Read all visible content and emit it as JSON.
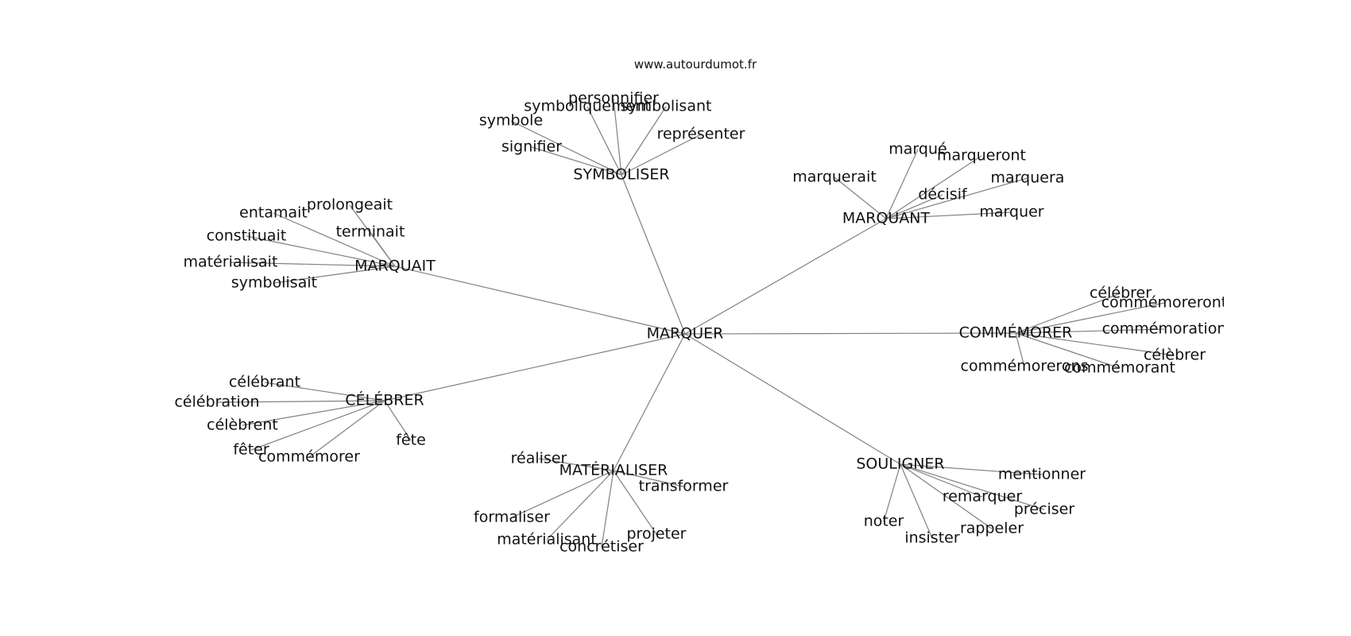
{
  "header": {
    "site": "www.autourdumot.fr"
  },
  "graph": {
    "center": "MARQUER",
    "edge_color": "#808080",
    "clusters": [
      {
        "hub": "SYMBOLISER",
        "leaves": [
          "personnifier",
          "symboliquement",
          "symbolisant",
          "symbole",
          "représenter",
          "signifier"
        ]
      },
      {
        "hub": "MARQUANT",
        "leaves": [
          "marqué",
          "marqueront",
          "marquerait",
          "décisif",
          "marquera",
          "marquer"
        ]
      },
      {
        "hub": "MARQUAIT",
        "leaves": [
          "prolongeait",
          "entamait",
          "terminait",
          "constituait",
          "matérialisait",
          "symbolisait"
        ]
      },
      {
        "hub": "COMMÉMORER",
        "leaves": [
          "célébrer",
          "commémoreront",
          "commémoration",
          "célèbrer",
          "commémorerons",
          "commémorant"
        ]
      },
      {
        "hub": "CÉLÉBRER",
        "leaves": [
          "célébrant",
          "célébration",
          "célèbrent",
          "fêter",
          "commémorer",
          "fête"
        ]
      },
      {
        "hub": "MATÉRIALISER",
        "leaves": [
          "réaliser",
          "transformer",
          "formaliser",
          "projeter",
          "matérialisant",
          "concrétiser"
        ]
      },
      {
        "hub": "SOULIGNER",
        "leaves": [
          "mentionner",
          "remarquer",
          "préciser",
          "noter",
          "rappeler",
          "insister"
        ]
      }
    ]
  }
}
